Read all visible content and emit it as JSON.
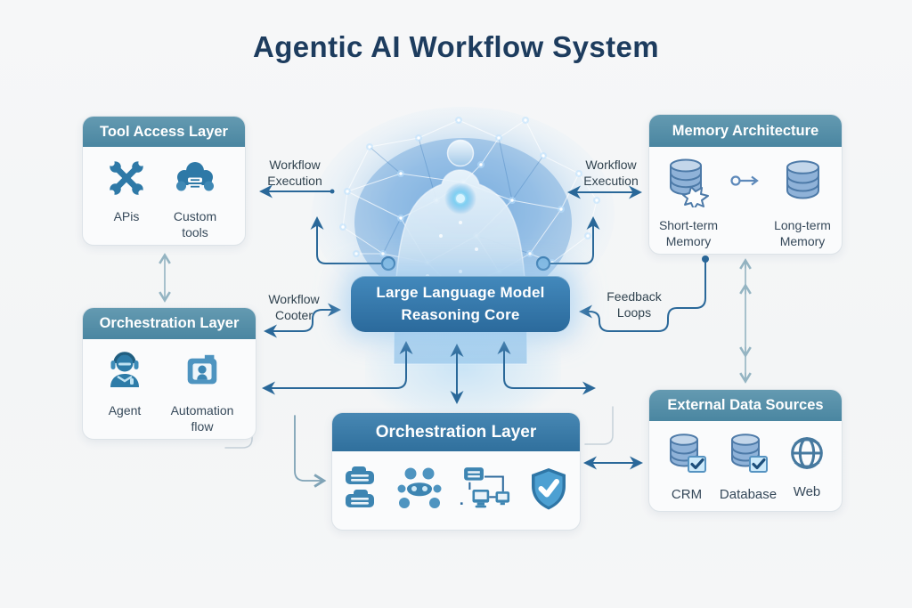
{
  "title": "Agentic AI Workflow System",
  "boxes": {
    "tool_access": {
      "title": "Tool Access Layer",
      "items": [
        {
          "icon": "wrench-icon",
          "label": "APis"
        },
        {
          "icon": "cloud-tools-icon",
          "label": "Custom tools"
        }
      ]
    },
    "memory": {
      "title": "Memory Architecture",
      "items": [
        {
          "icon": "short-term-db-icon",
          "label": "Short-term Memory"
        },
        {
          "icon": "long-term-db-icon",
          "label": "Long-term Memory"
        }
      ]
    },
    "orchestration_left": {
      "title": "Orchestration Layer",
      "items": [
        {
          "icon": "agent-icon",
          "label": "Agent"
        },
        {
          "icon": "automation-icon",
          "label": "Automation flow"
        }
      ]
    },
    "llm_core": {
      "line1": "Large Language Model",
      "line2": "Reasoning Core"
    },
    "orchestration_bottom": {
      "title": "Orchestration Layer",
      "icons": [
        "task-badges-icon",
        "team-icon",
        "device-network-icon",
        "shield-check-icon"
      ]
    },
    "external_data": {
      "title": "External Data Sources",
      "items": [
        {
          "icon": "crm-db-icon",
          "label": "CRM"
        },
        {
          "icon": "database-db-icon",
          "label": "Database"
        },
        {
          "icon": "globe-icon",
          "label": "Web"
        }
      ]
    }
  },
  "connectors": {
    "workflow_execution_left": "Workflow Execution",
    "workflow_execution_right": "Workflow Execution",
    "workflow_cooter": "Workflow Cooter",
    "feedback_loops": "Feedback Loops"
  },
  "colors": {
    "background": "#f5f6f7",
    "header_teal": "#4f8aa5",
    "header_blue": "#3a7fae",
    "llm_blue": "#2e6f9f",
    "arrow_dark": "#2a6899",
    "arrow_light": "#94b4c2",
    "title_text": "#1d3c5e",
    "icon_blue": "#2e79a7"
  }
}
